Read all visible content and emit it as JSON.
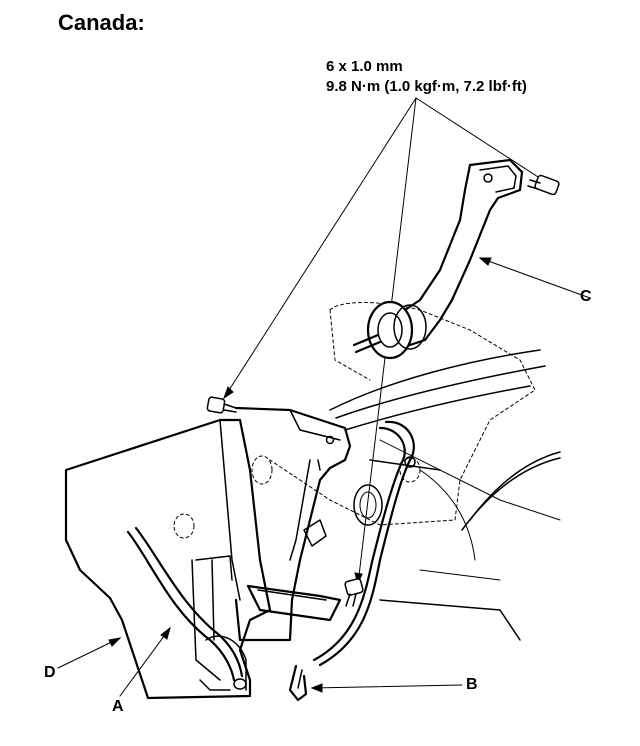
{
  "title": "Canada:",
  "fastener": {
    "size": "6 x 1.0 mm",
    "torque": "9.8 N·m (1.0 kgf·m, 7.2 lbf·ft)"
  },
  "callouts": {
    "a": "A",
    "b": "B",
    "c": "C",
    "d": "D"
  }
}
